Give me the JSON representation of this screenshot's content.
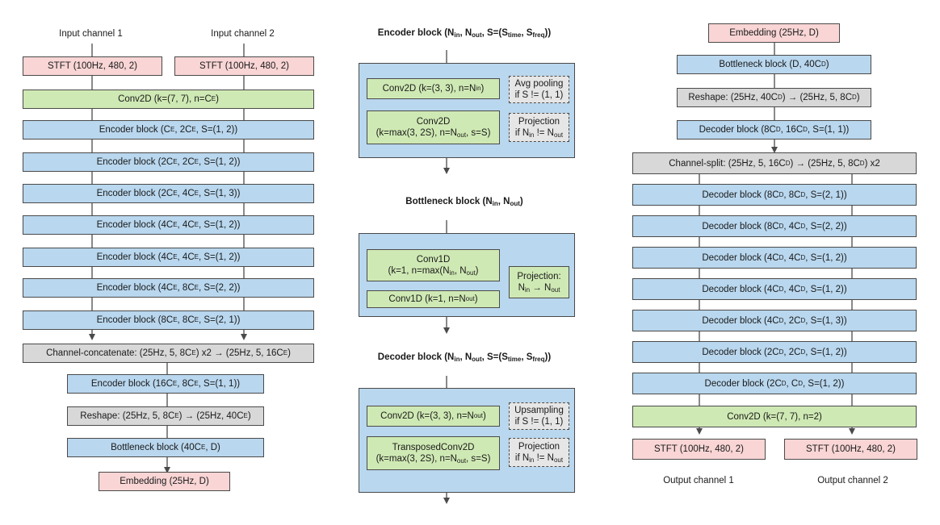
{
  "left_column": {
    "input1": "Input channel 1",
    "input2": "Input channel 2",
    "stft_left": "STFT (100Hz, 480, 2)",
    "stft_right": "STFT (100Hz, 480, 2)",
    "conv2d": "Conv2D (k=(7, 7), n=C_E)",
    "encoder_blocks": [
      "Encoder block (C_E, 2C_E, S=(1, 2))",
      "Encoder block (2C_E, 2C_E, S=(1, 2))",
      "Encoder block (2C_E, 4C_E, S=(1, 3))",
      "Encoder block (4C_E, 4C_E, S=(1, 2))",
      "Encoder block (4C_E, 4C_E, S=(1, 2))",
      "Encoder block (4C_E, 8C_E, S=(2, 2))",
      "Encoder block (8C_E, 8C_E, S=(2, 1))"
    ],
    "concat": "Channel-concatenate: (25Hz, 5, 8C_E) x2 → (25Hz, 5, 16C_E)",
    "encoder_final": "Encoder block (16C_E, 8C_E, S=(1, 1))",
    "reshape": "Reshape: (25Hz, 5, 8C_E) → (25Hz, 40C_E)",
    "bottleneck": "Bottleneck block (40C_E, D)",
    "embedding": "Embedding (25Hz, D)"
  },
  "middle_column": {
    "encoder_title": "Encoder block (N_in, N_out, S=(S_time, S_freq))",
    "enc_conv2d_a": "Conv2D (k=(3, 3), n=N_in)",
    "enc_conv2d_b_1": "Conv2D",
    "enc_conv2d_b_2": "(k=max(3, 2S), n=N_out, s=S)",
    "enc_avgpool_1": "Avg pooling",
    "enc_avgpool_2": "if S != (1, 1)",
    "enc_proj_1": "Projection",
    "enc_proj_2": "if N_in != N_out",
    "bottleneck_title": "Bottleneck block (N_in, N_out)",
    "bn_conv1d_a_1": "Conv1D",
    "bn_conv1d_a_2": "(k=1, n=max(N_in, N_out)",
    "bn_conv1d_b": "Conv1D (k=1, n=N_out)",
    "bn_proj_1": "Projection:",
    "bn_proj_2": "N_in → N_out",
    "decoder_title": "Decoder block (N_in, N_out, S=(S_time, S_freq))",
    "dec_conv2d": "Conv2D (k=(3, 3), n=N_out)",
    "dec_tconv_1": "TransposedConv2D",
    "dec_tconv_2": "(k=max(3, 2S), n=N_out, s=S)",
    "dec_upsample_1": "Upsampling",
    "dec_upsample_2": "if S != (1, 1)",
    "dec_proj_1": "Projection",
    "dec_proj_2": "if N_in != N_out"
  },
  "right_column": {
    "embedding": "Embedding (25Hz, D)",
    "bottleneck": "Bottleneck block (D, 40C_D)",
    "reshape": "Reshape: (25Hz, 40C_D) → (25Hz, 5, 8C_D)",
    "decoder_first": "Decoder block (8C_D, 16C_D, S=(1, 1))",
    "split": "Channel-split: (25Hz, 5, 16C_D) → (25Hz, 5, 8C_D) x2",
    "decoder_blocks": [
      "Decoder block (8C_D, 8C_D, S=(2, 1))",
      "Decoder block (8C_D, 4C_D, S=(2, 2))",
      "Decoder block (4C_D, 4C_D, S=(1, 2))",
      "Decoder block (4C_D, 4C_D, S=(1, 2))",
      "Decoder block (4C_D, 2C_D, S=(1, 3))",
      "Decoder block (2C_D, 2C_D, S=(1, 2))",
      "Decoder block (2C_D, C_D, S=(1, 2))"
    ],
    "conv2d": "Conv2D (k=(7, 7), n=2)",
    "stft_left": "STFT (100Hz, 480, 2)",
    "stft_right": "STFT (100Hz, 480, 2)",
    "output1": "Output channel 1",
    "output2": "Output channel 2"
  },
  "colors": {
    "io": "#f9d5d5",
    "conv": "#cfe9b4",
    "block": "#b9d7ee",
    "reshape": "#d8d8d8",
    "line": "#4a4a4a"
  }
}
